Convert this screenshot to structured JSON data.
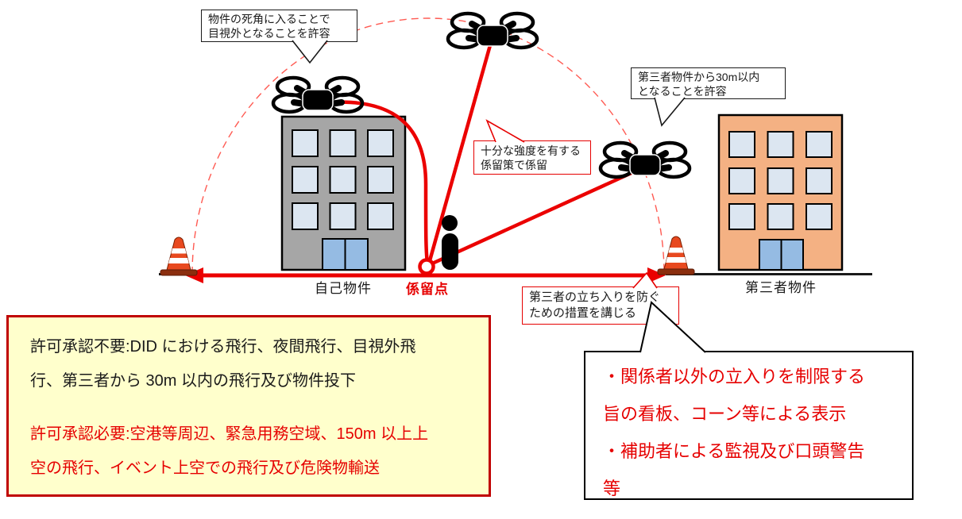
{
  "callouts": {
    "blind_spot": "物件の死角に入ることで\n目視外となることを許容",
    "within_30m": "第三者物件から30m以内\nとなることを許容",
    "tether_strength": "十分な強度を有する\n係留策で係留",
    "prevent_entry": "第三者の立ち入りを防ぐ\nための措置を講じる"
  },
  "labels": {
    "own_property": "自己物件",
    "tether_point": "係留点",
    "third_party_property": "第三者物件"
  },
  "permission_note": {
    "not_required": "許可承認不要:DID における飛行、夜間飛行、目視外飛行、第三者から 30m 以内の飛行及び物件投下",
    "required": "許可承認必要:空港等周辺、緊急用務空域、150m 以上上空の飛行、イベント上空での飛行及び危険物輸送"
  },
  "measures_note": {
    "item1": "・関係者以外の立入りを制限する旨の看板、コーン等による表示",
    "item2": "・補助者による監視及び口頭警告等"
  },
  "colors": {
    "red_line": "#eb0000",
    "dashed_boundary": "#ff5a52",
    "own_building": "#a6a6a6",
    "third_party_building": "#f4b183",
    "window": "#dce6f1",
    "door": "#95bbe3",
    "note_bg": "#ffffcc",
    "note_border": "#c00000",
    "red_text": "#e60000",
    "cone": "#e8491f"
  }
}
